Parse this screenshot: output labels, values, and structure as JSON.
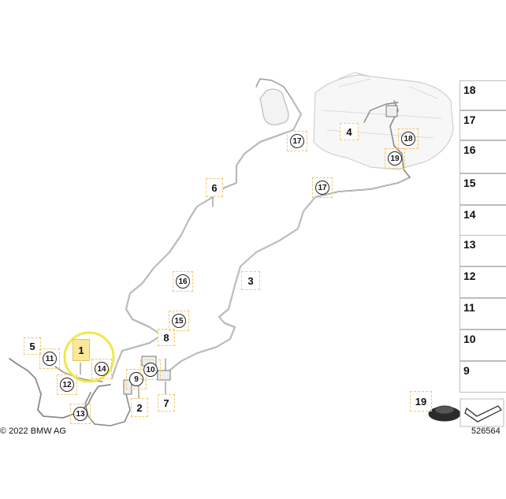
{
  "parts": [
    "1",
    "2",
    "3",
    "4",
    "5",
    "6",
    "7",
    "8",
    "9",
    "10",
    "11",
    "12",
    "13",
    "14",
    "15",
    "16",
    "17",
    "18",
    "19"
  ],
  "callouts": {
    "n1": "1",
    "n2": "2",
    "n3": "3",
    "n4": "4",
    "n5": "5",
    "n6": "6",
    "n7": "7",
    "n8": "8",
    "c9": "9",
    "c10": "10",
    "c11": "11",
    "c12": "12",
    "c13": "13",
    "c14": "14",
    "c15": "15",
    "c16": "16",
    "c17a": "17",
    "c17b": "17",
    "c18": "18",
    "c19": "19"
  },
  "sidebar": [
    "18",
    "17",
    "16",
    "15",
    "14",
    "13",
    "12",
    "11",
    "10",
    "9"
  ],
  "detail_label": "19",
  "copyright": "© 2022 BMW AG",
  "diagram_number": "526564",
  "colors": {
    "highlight": "#fde79a",
    "highlight_ring": "#f2e84a",
    "line": "#6b6b6b"
  }
}
